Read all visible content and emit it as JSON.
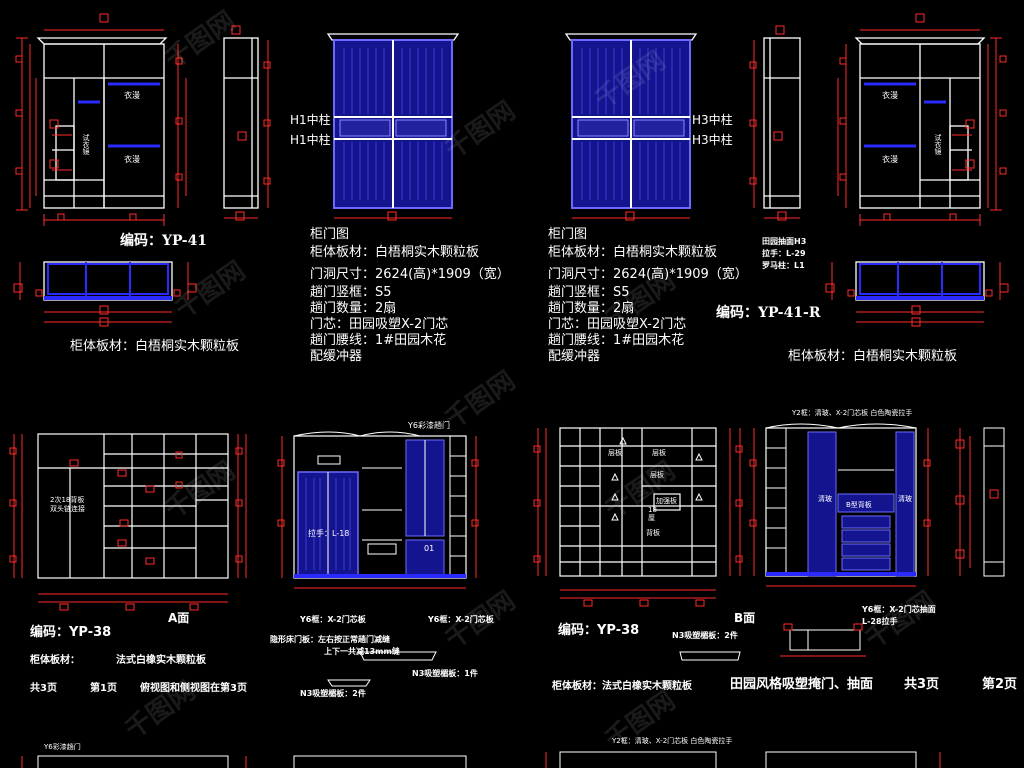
{
  "colors": {
    "background": "#000000",
    "dimension": "#ff2a2a",
    "outline": "#ffffff",
    "door_fill": "#1a1a9c",
    "door_stroke": "#5a5aff",
    "rail": "#2a2aff"
  },
  "watermark": "千图网",
  "quad1": {
    "code": "编码：YP-41",
    "material": "柜体板材：白梧桐实木颗粒板",
    "label_yiman_top": "衣漫",
    "label_yiman_bottom": "衣漫",
    "label_try_mirror": "试衣镜",
    "pillar_1": "H1中柱",
    "pillar_2": "H1中柱"
  },
  "spec_left": {
    "lines": [
      "柜门图",
      "柜体板材：白梧桐实木颗粒板",
      "门洞尺寸：2624(高)*1909（宽）",
      "趟门竖框：S5",
      "趟门数量：2扇",
      "门芯：田园吸塑X-2门芯",
      "趟门腰线：1#田园木花",
      "配缓冲器"
    ]
  },
  "spec_right": {
    "lines": [
      "柜门图",
      "柜体板材：白梧桐实木颗粒板",
      "门洞尺寸：2624(高)*1909（宽）",
      "趟门竖框：S5",
      "趟门数量：2扇",
      "门芯：田园吸塑X-2门芯",
      "趟门腰线：1#田园木花",
      "配缓冲器"
    ]
  },
  "quad2": {
    "code": "编码：YP-41-R",
    "material": "柜体板材：白梧桐实木颗粒板",
    "pillar_1": "H3中柱",
    "pillar_2": "H3中柱",
    "label_yiman_top": "衣漫",
    "label_yiman_bottom": "衣漫",
    "label_try_mirror": "试衣镜",
    "notes": [
      "田园抽面H3",
      "拉手：L-29",
      "罗马柱：L1"
    ]
  },
  "quad3": {
    "face_label": "A面",
    "code": "编码：YP-38",
    "material": "柜体板材：",
    "material_value": "法式白橡实木颗粒板",
    "pages": "共3页",
    "page_num": "第1页",
    "page_note": "俯视图和侧视图在第3页",
    "panel_note": "2次18背板\n双头链连接",
    "handle": "拉手：L-18",
    "door_top": "Y6彩漆趟门",
    "door_note": "Y6框：X-2门芯板",
    "door_note2": "Y6框：X-2门芯板",
    "hidden_door": "隐形床门板：左右按正常趟门减缝",
    "hidden_door2": "上下一共减13mm缝",
    "n3_a": "N3吸塑楣板：2件",
    "n3_b": "N3吸塑楣板：1件",
    "drawer": "01"
  },
  "quad4": {
    "face_label": "B面",
    "code": "编码：YP-38",
    "material": "柜体板材：法式白橡实木颗粒板",
    "style_note": "田园风格吸塑掩门、抽面",
    "pages": "共3页",
    "page_num": "第2页",
    "top_note": "Y2框：清玻、X-2门芯板 白色陶瓷拉手",
    "shelf_1": "层板",
    "shelf_2": "层板",
    "shelf_3": "层板",
    "add_board": "加强板",
    "back": "背板",
    "n3": "N3吸塑楣板：2件",
    "right_note_1": "Y6框：X-2门芯抽面",
    "right_note_2": "L-28拉手",
    "glass_1": "清玻",
    "glass_2": "清玻",
    "back_b": "B型背板",
    "num_18": "18\n厘"
  },
  "bottom_strip": {
    "left_label": "Y6彩漆趟门",
    "right_label": "Y2框：清玻、X-2门芯板 白色陶瓷拉手"
  }
}
